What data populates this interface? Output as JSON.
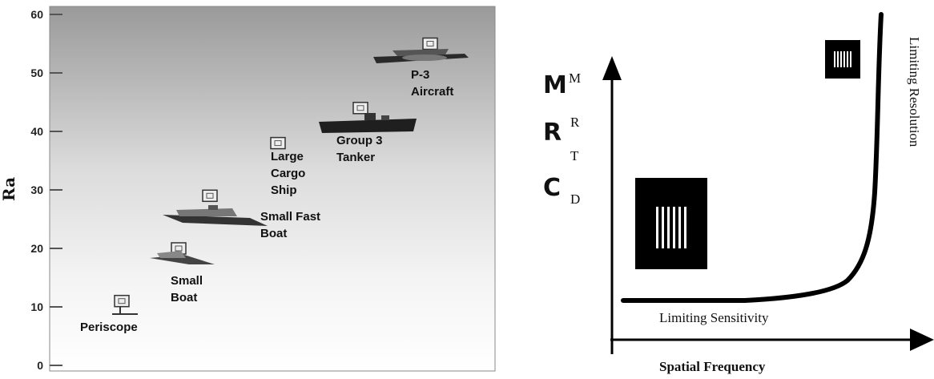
{
  "chart_data": [
    {
      "type": "scatter",
      "ylabel": "Ra",
      "yticks": [
        "60",
        "50",
        "40",
        "30",
        "20",
        "10",
        "0"
      ],
      "ylim": [
        0,
        60
      ],
      "grid": false,
      "points": [
        {
          "label_lines": [
            "P-3",
            "Aircraft"
          ],
          "y": 55,
          "icon": "aircraft-icon"
        },
        {
          "label_lines": [
            "Group 3",
            "Tanker"
          ],
          "y": 44,
          "icon": "tanker-icon"
        },
        {
          "label_lines": [
            "Large",
            "Cargo",
            "Ship"
          ],
          "y": 38,
          "icon": "cargo-ship-icon"
        },
        {
          "label_lines": [
            "Small Fast",
            "Boat"
          ],
          "y": 29,
          "icon": "fast-boat-icon"
        },
        {
          "label_lines": [
            "Small",
            "Boat"
          ],
          "y": 20,
          "icon": "small-boat-icon"
        },
        {
          "label_lines": [
            "Periscope"
          ],
          "y": 11,
          "icon": "periscope-icon"
        }
      ]
    },
    {
      "type": "line",
      "xlabel": "Spatial Frequency",
      "ylabel_letters_large": [
        "M",
        "R",
        "C"
      ],
      "ylabel_letters_small": [
        "M",
        "R",
        "T",
        "D"
      ],
      "annotations": [
        "Limiting Sensitivity",
        "Limiting Resolution"
      ],
      "icons": [
        "coarse-bar-target-icon",
        "fine-bar-target-icon"
      ]
    }
  ]
}
